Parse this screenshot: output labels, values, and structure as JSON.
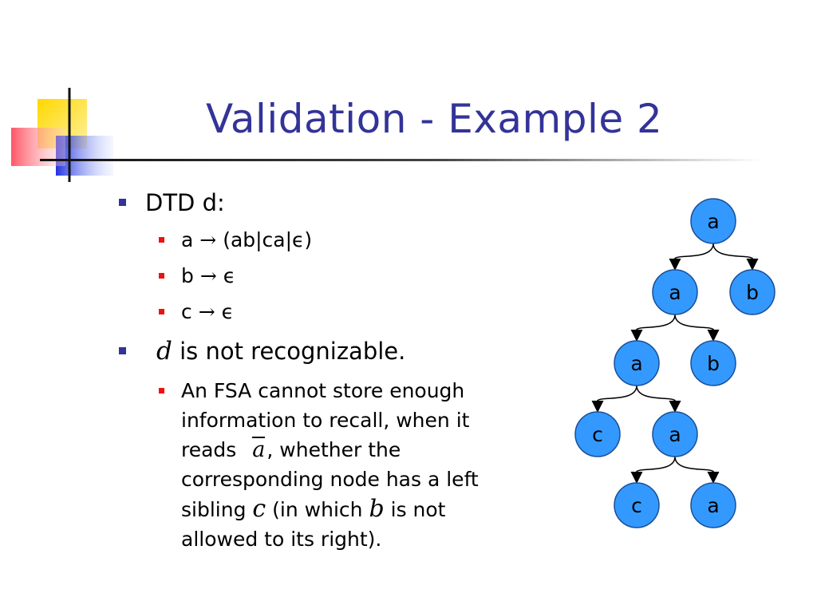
{
  "slide": {
    "title": "Validation - Example 2"
  },
  "bullets": {
    "dtd_label": "DTD d:",
    "rules": [
      {
        "lhs": "a",
        "arrow": "→",
        "rhs": "(ab|ca|ϵ)"
      },
      {
        "lhs": "b",
        "arrow": "→",
        "rhs": "ϵ"
      },
      {
        "lhs": "c",
        "arrow": "→",
        "rhs": "ϵ"
      }
    ],
    "claim_symbol": "d",
    "claim_text": "is not recognizable.",
    "explanation": {
      "line1": "An FSA cannot store enough",
      "line2": "information to recall, when it",
      "line3_a": "reads",
      "line3_sym": "a",
      "line3_b": ", whether the",
      "line4": "corresponding node has a left",
      "line5_a": "sibling",
      "line5_sym1": "c",
      "line5_b": "(in which",
      "line5_sym2": "b",
      "line5_c": "is not",
      "line6": "allowed to its right)."
    }
  },
  "tree": {
    "node_color": "#3399ff",
    "nodes": [
      {
        "id": "n1",
        "label": "a"
      },
      {
        "id": "n2",
        "label": "a"
      },
      {
        "id": "n3",
        "label": "b"
      },
      {
        "id": "n4",
        "label": "a"
      },
      {
        "id": "n5",
        "label": "b"
      },
      {
        "id": "n6",
        "label": "c"
      },
      {
        "id": "n7",
        "label": "a"
      },
      {
        "id": "n8",
        "label": "c"
      },
      {
        "id": "n9",
        "label": "a"
      }
    ]
  }
}
